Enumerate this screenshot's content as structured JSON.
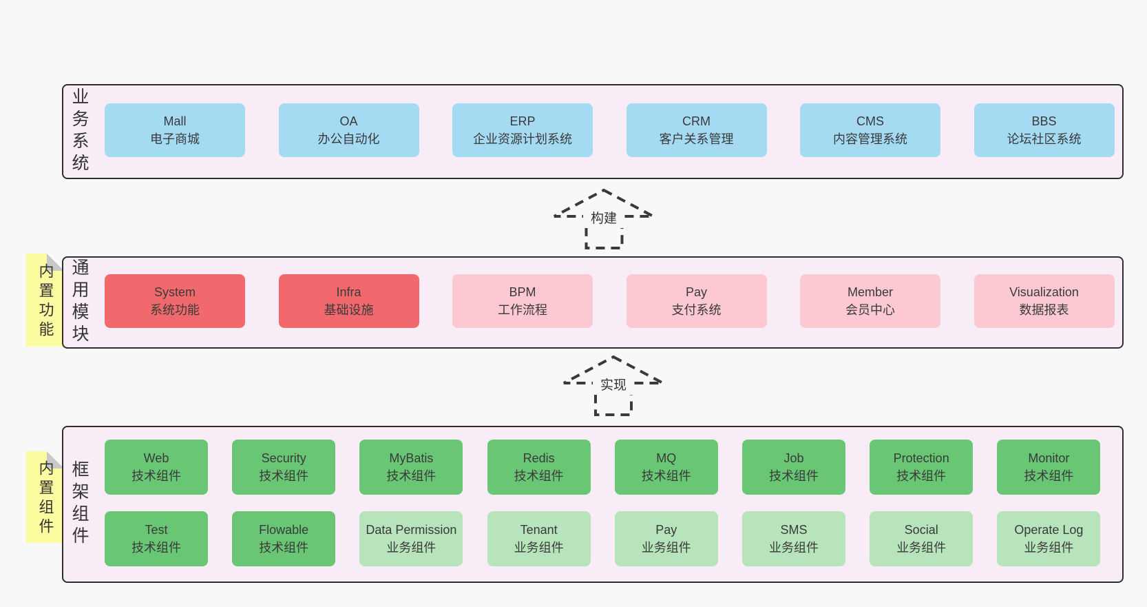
{
  "palette": {
    "page_bg": "#f8f8f8",
    "band_bg": "#f8edf6",
    "band_border": "#2e2e2e",
    "blue": "#a5daf3",
    "red": "#f1696c",
    "pink": "#fcc9d3",
    "green": "#69c674",
    "light_green": "#b8e4bc",
    "sticky_yellow": "#fbfb9f",
    "fold_gray": "#c8c8c8",
    "text": "#3a3a3a"
  },
  "bands": {
    "business": {
      "label": "业务系统",
      "boxes": [
        {
          "name": "Mall",
          "desc": "电子商城",
          "tone": "blue"
        },
        {
          "name": "OA",
          "desc": "办公自动化",
          "tone": "blue"
        },
        {
          "name": "ERP",
          "desc": "企业资源计划系统",
          "tone": "blue"
        },
        {
          "name": "CRM",
          "desc": "客户关系管理",
          "tone": "blue"
        },
        {
          "name": "CMS",
          "desc": "内容管理系统",
          "tone": "blue"
        },
        {
          "name": "BBS",
          "desc": "论坛社区系统",
          "tone": "blue"
        }
      ]
    },
    "modules": {
      "label": "通用模块",
      "sticky": "内置功能",
      "boxes": [
        {
          "name": "System",
          "desc": "系统功能",
          "tone": "red"
        },
        {
          "name": "Infra",
          "desc": "基础设施",
          "tone": "red"
        },
        {
          "name": "BPM",
          "desc": "工作流程",
          "tone": "pink"
        },
        {
          "name": "Pay",
          "desc": "支付系统",
          "tone": "pink"
        },
        {
          "name": "Member",
          "desc": "会员中心",
          "tone": "pink"
        },
        {
          "name": "Visualization",
          "desc": "数据报表",
          "tone": "pink"
        }
      ]
    },
    "components": {
      "label": "框架组件",
      "sticky": "内置组件",
      "rows": [
        [
          {
            "name": "Web",
            "desc": "技术组件",
            "tone": "green"
          },
          {
            "name": "Security",
            "desc": "技术组件",
            "tone": "green"
          },
          {
            "name": "MyBatis",
            "desc": "技术组件",
            "tone": "green"
          },
          {
            "name": "Redis",
            "desc": "技术组件",
            "tone": "green"
          },
          {
            "name": "MQ",
            "desc": "技术组件",
            "tone": "green"
          },
          {
            "name": "Job",
            "desc": "技术组件",
            "tone": "green"
          },
          {
            "name": "Protection",
            "desc": "技术组件",
            "tone": "green"
          },
          {
            "name": "Monitor",
            "desc": "技术组件",
            "tone": "green"
          }
        ],
        [
          {
            "name": "Test",
            "desc": "技术组件",
            "tone": "green"
          },
          {
            "name": "Flowable",
            "desc": "技术组件",
            "tone": "green"
          },
          {
            "name": "Data Permission",
            "desc": "业务组件",
            "tone": "light_green"
          },
          {
            "name": "Tenant",
            "desc": "业务组件",
            "tone": "light_green"
          },
          {
            "name": "Pay",
            "desc": "业务组件",
            "tone": "light_green"
          },
          {
            "name": "SMS",
            "desc": "业务组件",
            "tone": "light_green"
          },
          {
            "name": "Social",
            "desc": "业务组件",
            "tone": "light_green"
          },
          {
            "name": "Operate Log",
            "desc": "业务组件",
            "tone": "light_green"
          }
        ]
      ]
    }
  },
  "arrows": [
    {
      "label": "构建"
    },
    {
      "label": "实现"
    }
  ]
}
